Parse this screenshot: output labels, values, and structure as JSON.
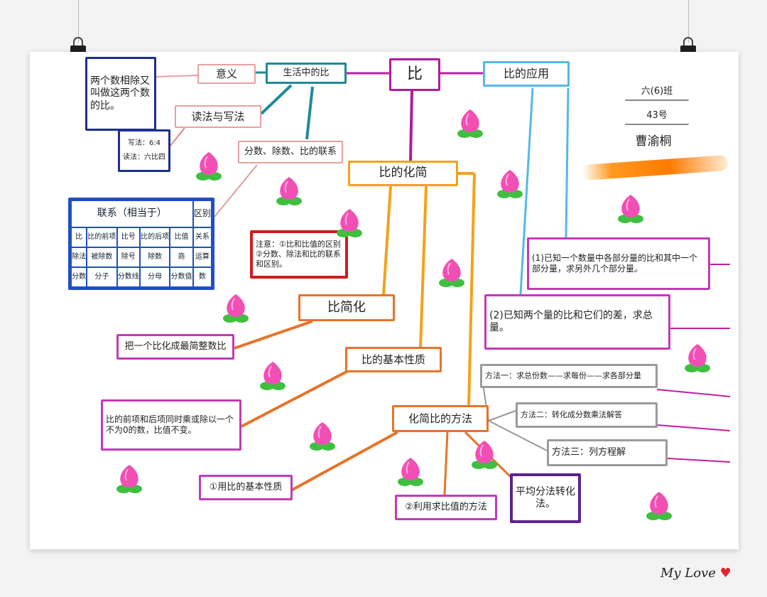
{
  "center": "比",
  "branches": {
    "meaning": "意义",
    "life": "生活中的比",
    "application": "比的应用",
    "read_write": "读法与写法",
    "relation": "分数、除数、比的联系",
    "simplify": "比的化简"
  },
  "definition": "两个数相除又叫做这两个数的比。",
  "write_read": {
    "write": "写法：6:4",
    "read": "读法：六比四"
  },
  "student": {
    "class": "六(6)班",
    "number": "43号",
    "name": "曹渝桐"
  },
  "relation_table": {
    "header": "联系（相当于）",
    "header_right": "区别",
    "rows": [
      [
        "比",
        "比的前项",
        "比号",
        "比的后项",
        "比值",
        "关系"
      ],
      [
        "除法",
        "被除数",
        "除号",
        "除数",
        "商",
        "运算"
      ],
      [
        "分数",
        "分子",
        "分数线",
        "分母",
        "分数值",
        "数"
      ]
    ]
  },
  "note": "注意：①比和比值的区别②分数、除法和比的联系和区别。",
  "simplify_label": "比简化",
  "simplify_def": "把一个比化成最简整数比",
  "basic_property": "比的基本性质",
  "property_def": "比的前项和后项同时乘或除以一个不为0的数，比值不变。",
  "simplify_method": "化简比的方法",
  "method1": "①用比的基本性质",
  "method2": "②利用求比值的方法",
  "application_items": [
    "(1)已知一个数量中各部分量的比和其中一个部分量，求另外几个部分量。",
    "(2)已知两个量的比和它们的差，求总量。"
  ],
  "app_methods": [
    "方法一：求总份数——求每份——求各部分量",
    "方法二：转化成分数乘法解答",
    "方法三：列方程解"
  ],
  "average": "平均分法转化法。",
  "signature": "My Love"
}
